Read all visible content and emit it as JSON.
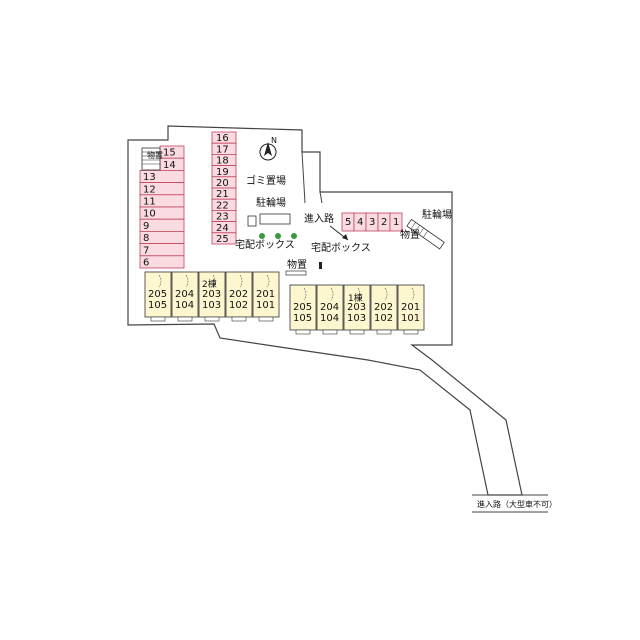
{
  "north_label": "N",
  "left_parking_col": [
    "15",
    "14",
    "13",
    "12",
    "11",
    "10",
    "9",
    "8",
    "7",
    "6"
  ],
  "center_parking_col": [
    "16",
    "17",
    "18",
    "19",
    "20",
    "21",
    "22",
    "23",
    "24",
    "25"
  ],
  "right_parking_row": [
    "5",
    "4",
    "3",
    "2",
    "1"
  ],
  "labels": {
    "storage_left": "物置",
    "garbage": "ゴミ置場",
    "bicycle_left": "駐輪場",
    "entrance_top": "進入路",
    "bicycle_right": "駐輪場",
    "storage_right": "物置",
    "delivery_box_left": "宅配ボックス",
    "delivery_box_right": "宅配ボックス",
    "storage_center": "物置",
    "entrance_bottom": "進入路（大型車不可）"
  },
  "building2": {
    "name": "2棟",
    "units_top": [
      "205",
      "204",
      "203",
      "202",
      "201"
    ],
    "units_bottom": [
      "105",
      "104",
      "103",
      "102",
      "101"
    ]
  },
  "building1": {
    "name": "1棟",
    "units_top": [
      "205",
      "204",
      "203",
      "202",
      "201"
    ],
    "units_bottom": [
      "105",
      "104",
      "103",
      "102",
      "101"
    ]
  },
  "colors": {
    "parking_fill": "#f9dbe1",
    "parking_stroke": "#c0445c",
    "building_fill": "#fdf7d0",
    "building_stroke": "#333333",
    "green_dot": "#3a9a3a"
  }
}
